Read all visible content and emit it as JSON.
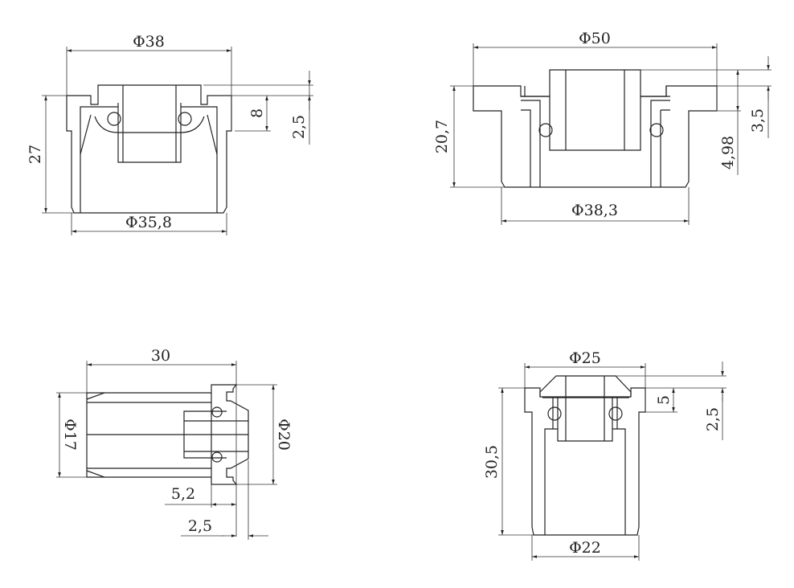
{
  "drawings": [
    {
      "name": "top-left",
      "dims": {
        "outer_dia": "Φ38",
        "bottom_dia": "Φ35,8",
        "height": "27",
        "step": "8",
        "cap_offset": "2,5"
      }
    },
    {
      "name": "top-right",
      "dims": {
        "outer_dia": "Φ50",
        "bottom_dia": "Φ38,3",
        "height": "20,7",
        "step": "4,98",
        "cap_offset": "3,5"
      }
    },
    {
      "name": "bottom-left",
      "dims": {
        "length": "30",
        "body_dia": "Φ17",
        "flange_dia": "Φ20",
        "flange_width": "5,2",
        "cap_offset": "2,5"
      }
    },
    {
      "name": "bottom-right",
      "dims": {
        "outer_dia": "Φ25",
        "bottom_dia": "Φ22",
        "height": "30,5",
        "step": "5",
        "cap_offset": "2,5"
      }
    }
  ]
}
